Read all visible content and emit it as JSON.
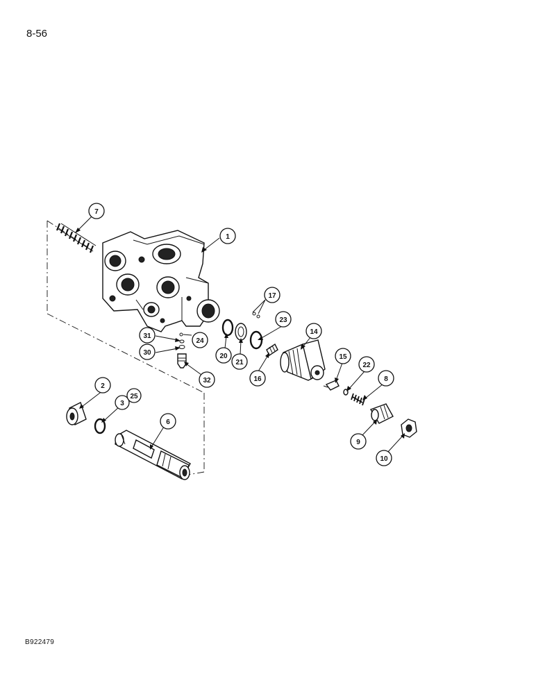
{
  "page": {
    "page_number": "8-56",
    "reference_code": "B922479"
  },
  "callouts": [
    "1",
    "2",
    "3",
    "25",
    "6",
    "7",
    "8",
    "9",
    "10",
    "14",
    "15",
    "16",
    "17",
    "20",
    "21",
    "22",
    "23",
    "24",
    "30",
    "31",
    "32"
  ]
}
